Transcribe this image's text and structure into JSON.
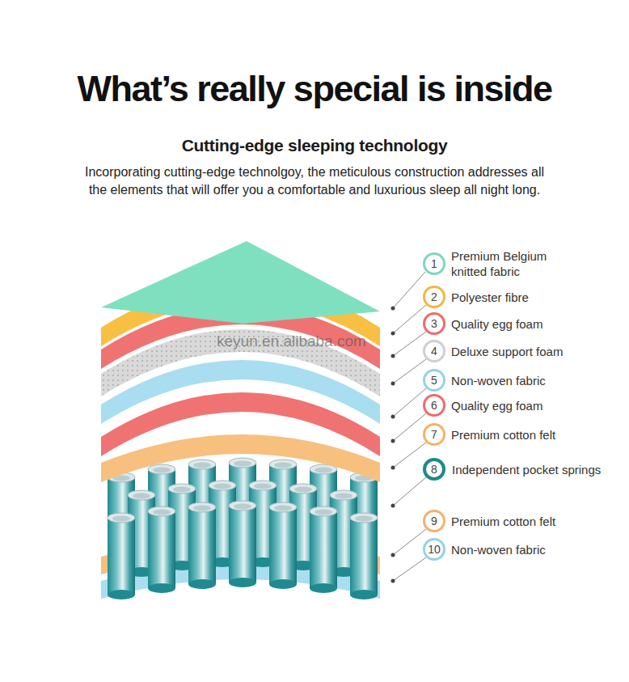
{
  "diagram": {
    "title": "What’s really special is inside",
    "nodes": [
      {
        "text": [
          "1",
          "Premium Belgium knitted fabric"
        ]
      },
      {
        "text": [
          "2",
          "Polyester fibre"
        ]
      },
      {
        "text": [
          "3",
          "Quality egg foam"
        ]
      },
      {
        "text": [
          "4",
          "Deluxe support foam"
        ]
      },
      {
        "text": [
          "5",
          "Non-woven fabric"
        ]
      },
      {
        "text": [
          "6",
          "Quality egg foam"
        ]
      },
      {
        "text": [
          "7",
          "Premium cotton felt"
        ]
      },
      {
        "text": [
          "8",
          "Independent pocket springs"
        ]
      },
      {
        "text": [
          "9",
          "Premium cotton felt"
        ]
      },
      {
        "text": [
          "10",
          "Non-woven fabric"
        ]
      }
    ],
    "labels": [
      "Cutting-edge sleeping technology",
      "Incorporating cutting-edge technolgoy, the meticulous construction addresses all the elements that will offer you a comfortable and luxurious sleep all night long.",
      "keyun.en.alibaba.com"
    ]
  }
}
